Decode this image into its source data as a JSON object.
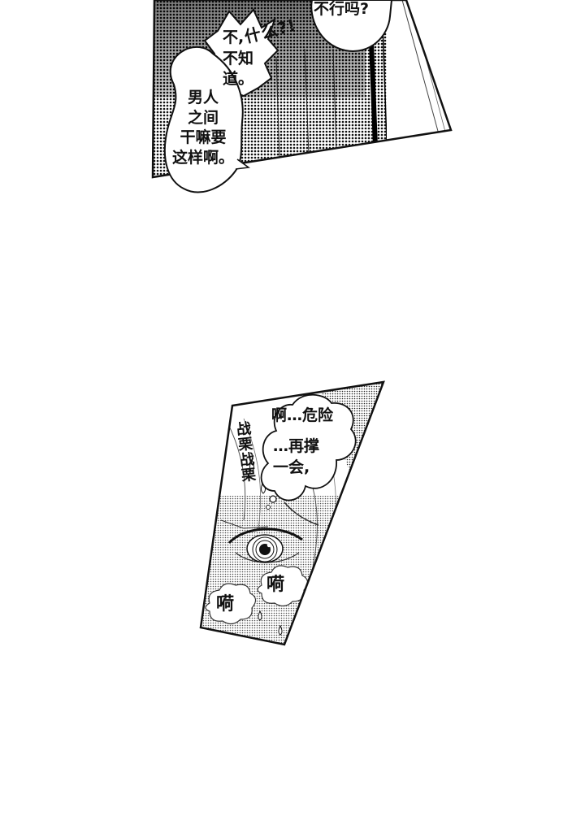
{
  "panel_top": {
    "bubble_question": "不行吗?",
    "sfx_what": "什么?!",
    "bubble_dont_know": "不,\n不知\n道。",
    "bubble_between_men": "男人\n之间\n干嘛要\n这样啊。"
  },
  "panel_bottom": {
    "bubble_danger": "啊…危险",
    "bubble_hold_on": "…再撑\n一会,",
    "sfx_trembling": "战栗战栗",
    "sfx_pant_1": "嗬",
    "sfx_pant_2": "嗬"
  },
  "colors": {
    "ink": "#111111",
    "screentone_dark": "#3a3a3a",
    "paper": "#ffffff"
  }
}
